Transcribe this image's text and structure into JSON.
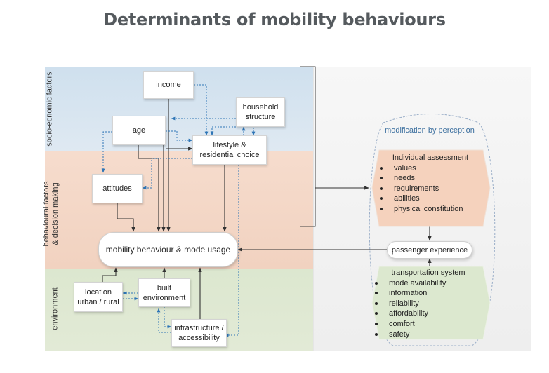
{
  "title": "Determinants of mobility behaviours",
  "bands": {
    "socio": "socio-ecnomic factors",
    "behavioural_line1": "behavioural factors",
    "behavioural_line2": "& decision making",
    "environment": "environment"
  },
  "nodes": {
    "income": "income",
    "household": "household\nstructure",
    "age": "age",
    "lifestyle": "lifestyle &\nresidential choice",
    "attitudes": "attitudes",
    "mobility": "mobility behaviour & mode usage",
    "location": "location\nurban / rural",
    "built": "built\nenvironment",
    "infrastructure": "infrastructure /\naccessibility",
    "passenger": "passenger experience"
  },
  "perception": {
    "label": "modification by perception",
    "individual": {
      "heading": "Individual assessment",
      "items": [
        "values",
        "needs",
        "requirements",
        "abilities",
        "physical constitution"
      ]
    },
    "transport": {
      "heading": "transportation system",
      "items": [
        "mode availability",
        "information",
        "reliability",
        "affordability",
        "comfort",
        "safety"
      ]
    }
  },
  "colors": {
    "socio_band": "#d6e4f0",
    "behavioural_band": "#f4d6c6",
    "environment_band": "#dfe8d3",
    "dotted_arrow": "#2e75b6",
    "solid_arrow": "#333333"
  }
}
